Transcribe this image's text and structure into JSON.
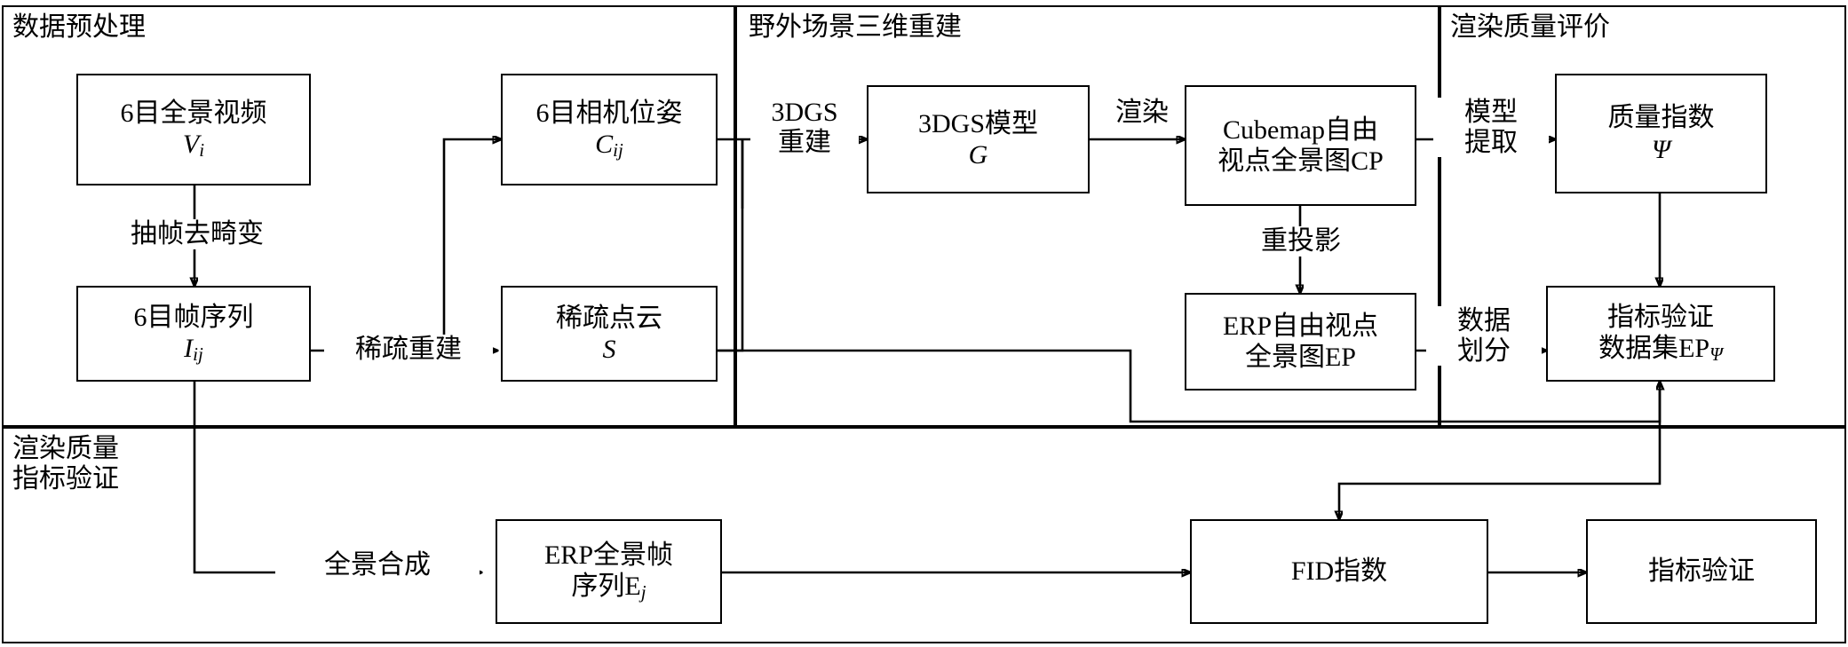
{
  "diagram": {
    "type": "flowchart",
    "panels": [
      {
        "id": "pre",
        "title": "数据预处理"
      },
      {
        "id": "recon",
        "title": "野外场景三维重建"
      },
      {
        "id": "quality",
        "title": "渲染质量评价"
      },
      {
        "id": "validate",
        "title": "渲染质量\n指标验证"
      }
    ],
    "nodes": [
      {
        "id": "video",
        "line1": "6目全景视频",
        "line2": "Vi",
        "var": "V",
        "sub": "i"
      },
      {
        "id": "frames",
        "line1": "6目帧序列",
        "line2": "Iij",
        "var": "I",
        "sub": "ij"
      },
      {
        "id": "pose",
        "line1": "6目相机位姿",
        "line2": "Cij",
        "var": "C",
        "sub": "ij"
      },
      {
        "id": "sparse",
        "line1": "稀疏点云",
        "line2": "S",
        "var": "S",
        "sub": ""
      },
      {
        "id": "model3dgs",
        "line1": "3DGS模型",
        "line2": "G",
        "var": "G",
        "sub": ""
      },
      {
        "id": "cubemap",
        "line1": "Cubemap自由",
        "line2": "视点全景图CP"
      },
      {
        "id": "erp",
        "line1": "ERP自由视点",
        "line2": "全景图EP"
      },
      {
        "id": "psi",
        "line1": "质量指数",
        "line2": "Ψ",
        "var": "Ψ",
        "sub": ""
      },
      {
        "id": "dataset",
        "line1": "指标验证",
        "line2": "数据集EPΨ",
        "var": "数据集EP",
        "sub": "Ψ"
      },
      {
        "id": "erpframes",
        "line1": "ERP全景帧",
        "line2": "序列Ej",
        "var": "序列E",
        "sub": "j"
      },
      {
        "id": "fid",
        "line1": "FID指数",
        "line2": ""
      },
      {
        "id": "metricval",
        "line1": "指标验证",
        "line2": ""
      }
    ],
    "edge_labels": [
      {
        "id": "extract",
        "text": "抽帧去畸变"
      },
      {
        "id": "sparse_recon",
        "text": "稀疏重建"
      },
      {
        "id": "gs_recon",
        "text": "3DGS\n重建"
      },
      {
        "id": "render",
        "text": "渲染"
      },
      {
        "id": "model_extract",
        "text": "模型\n提取"
      },
      {
        "id": "reproject",
        "text": "重投影"
      },
      {
        "id": "split",
        "text": "数据\n划分"
      },
      {
        "id": "pano_synth",
        "text": "全景合成"
      }
    ]
  }
}
